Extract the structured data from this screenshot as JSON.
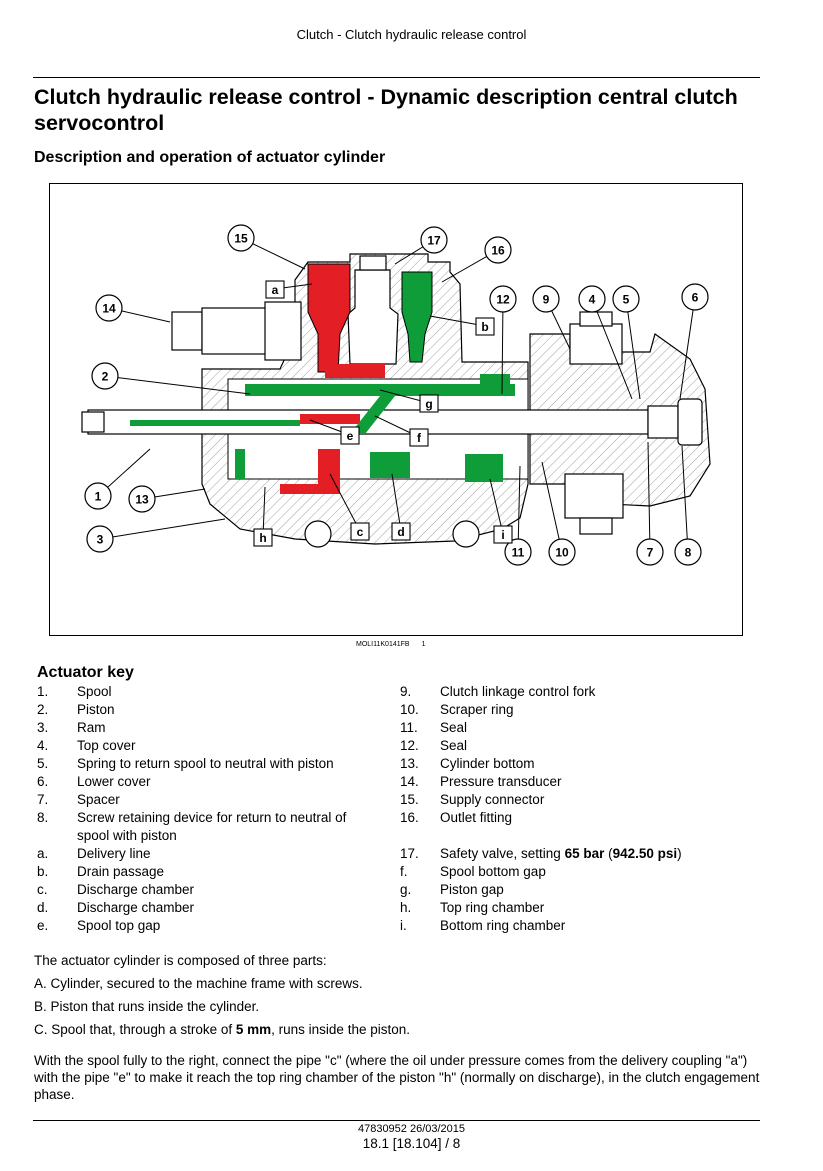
{
  "header": {
    "running_title": "Clutch - Clutch hydraulic release control"
  },
  "title": "Clutch hydraulic release control - Dynamic description central clutch servocontrol",
  "section_title": "Description and operation of actuator cylinder",
  "figure": {
    "caption_code": "MOLI11K0141FB",
    "caption_number": "1",
    "callouts": [
      "1",
      "2",
      "3",
      "4",
      "5",
      "6",
      "7",
      "8",
      "9",
      "10",
      "11",
      "12",
      "13",
      "14",
      "15",
      "16",
      "17"
    ],
    "letter_labels": [
      "a",
      "b",
      "c",
      "d",
      "e",
      "f",
      "g",
      "h",
      "i"
    ],
    "colors": {
      "pressure": "#e31e24",
      "discharge": "#0f9d3a",
      "outline": "#000000",
      "hatch": "#777777"
    }
  },
  "key": {
    "title": "Actuator key",
    "left": [
      {
        "n": "1.",
        "t": "Spool"
      },
      {
        "n": "2.",
        "t": "Piston"
      },
      {
        "n": "3.",
        "t": "Ram"
      },
      {
        "n": "4.",
        "t": "Top cover"
      },
      {
        "n": "5.",
        "t": "Spring to return spool to neutral with piston"
      },
      {
        "n": "6.",
        "t": "Lower cover"
      },
      {
        "n": "7.",
        "t": "Spacer"
      },
      {
        "n": "8.",
        "t": "Screw retaining device for return to neutral of spool with piston"
      },
      {
        "n": "a.",
        "t": "Delivery line"
      },
      {
        "n": "b.",
        "t": "Drain passage"
      },
      {
        "n": "c.",
        "t": "Discharge chamber"
      },
      {
        "n": "d.",
        "t": "Discharge chamber"
      },
      {
        "n": "e.",
        "t": "Spool top gap"
      }
    ],
    "right": [
      {
        "n": "9.",
        "t": "Clutch linkage control fork"
      },
      {
        "n": "10.",
        "t": "Scraper ring"
      },
      {
        "n": "11.",
        "t": "Seal"
      },
      {
        "n": "12.",
        "t": "Seal"
      },
      {
        "n": "13.",
        "t": "Cylinder bottom"
      },
      {
        "n": "14.",
        "t": "Pressure transducer"
      },
      {
        "n": "15.",
        "t": "Supply connector"
      },
      {
        "n": "16.",
        "t": "Outlet fitting"
      },
      {
        "n": "17.",
        "t": "Safety valve, setting ",
        "b1": "65 bar",
        "m": " (",
        "b2": "942.50 psi",
        "e": ")"
      },
      {
        "n": "f.",
        "t": "Spool bottom gap"
      },
      {
        "n": "g.",
        "t": "Piston gap"
      },
      {
        "n": "h.",
        "t": "Top ring chamber"
      },
      {
        "n": "i.",
        "t": "Bottom ring chamber"
      }
    ]
  },
  "body": {
    "intro": "The actuator cylinder is composed of three parts:",
    "item_a": "A. Cylinder, secured to the machine frame with screws.",
    "item_b": "B. Piston that runs inside the cylinder.",
    "item_c_pre": "C. Spool that, through a stroke of ",
    "item_c_bold": "5 mm",
    "item_c_post": ", runs inside the piston.",
    "paragraph": "With the spool fully to the right, connect the pipe \"c\" (where the oil under pressure comes from the delivery coupling \"a\") with the pipe \"e\" to make it reach the top ring chamber of the piston \"h\" (normally on discharge), in the clutch engagement phase."
  },
  "footer": {
    "doc_ref": "47830952 26/03/2015",
    "page_ref": "18.1 [18.104] / 8"
  }
}
